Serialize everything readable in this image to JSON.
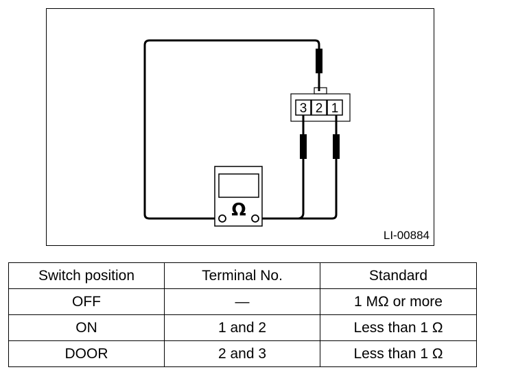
{
  "diagram": {
    "figure_id": "LI-00884",
    "meter_symbol": "Ω",
    "terminals": [
      "3",
      "2",
      "1"
    ]
  },
  "table": {
    "headers": [
      "Switch position",
      "Terminal No.",
      "Standard"
    ],
    "rows": [
      [
        "OFF",
        "—",
        "1 MΩ or more"
      ],
      [
        "ON",
        "1 and 2",
        "Less than 1 Ω"
      ],
      [
        "DOOR",
        "2 and 3",
        "Less than 1 Ω"
      ]
    ]
  }
}
